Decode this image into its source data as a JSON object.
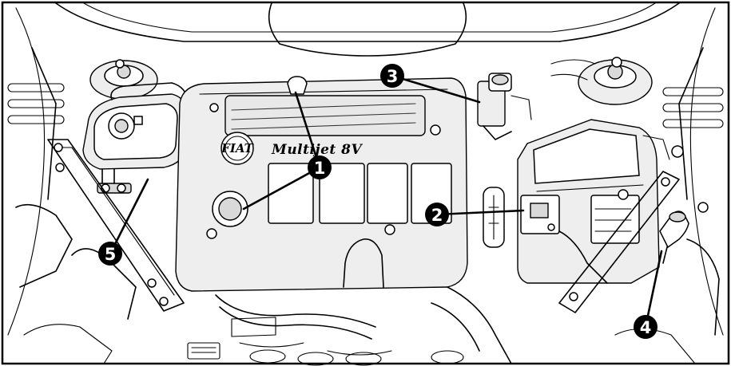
{
  "engine_cover": {
    "brand_logo": "FIAT",
    "model_text": "Multijet 8V"
  },
  "callouts": [
    {
      "label": "1"
    },
    {
      "label": "2"
    },
    {
      "label": "3"
    },
    {
      "label": "4"
    },
    {
      "label": "5"
    }
  ],
  "colors": {
    "line": "#000000",
    "background": "#ffffff",
    "shade": "#d9d9d9"
  }
}
